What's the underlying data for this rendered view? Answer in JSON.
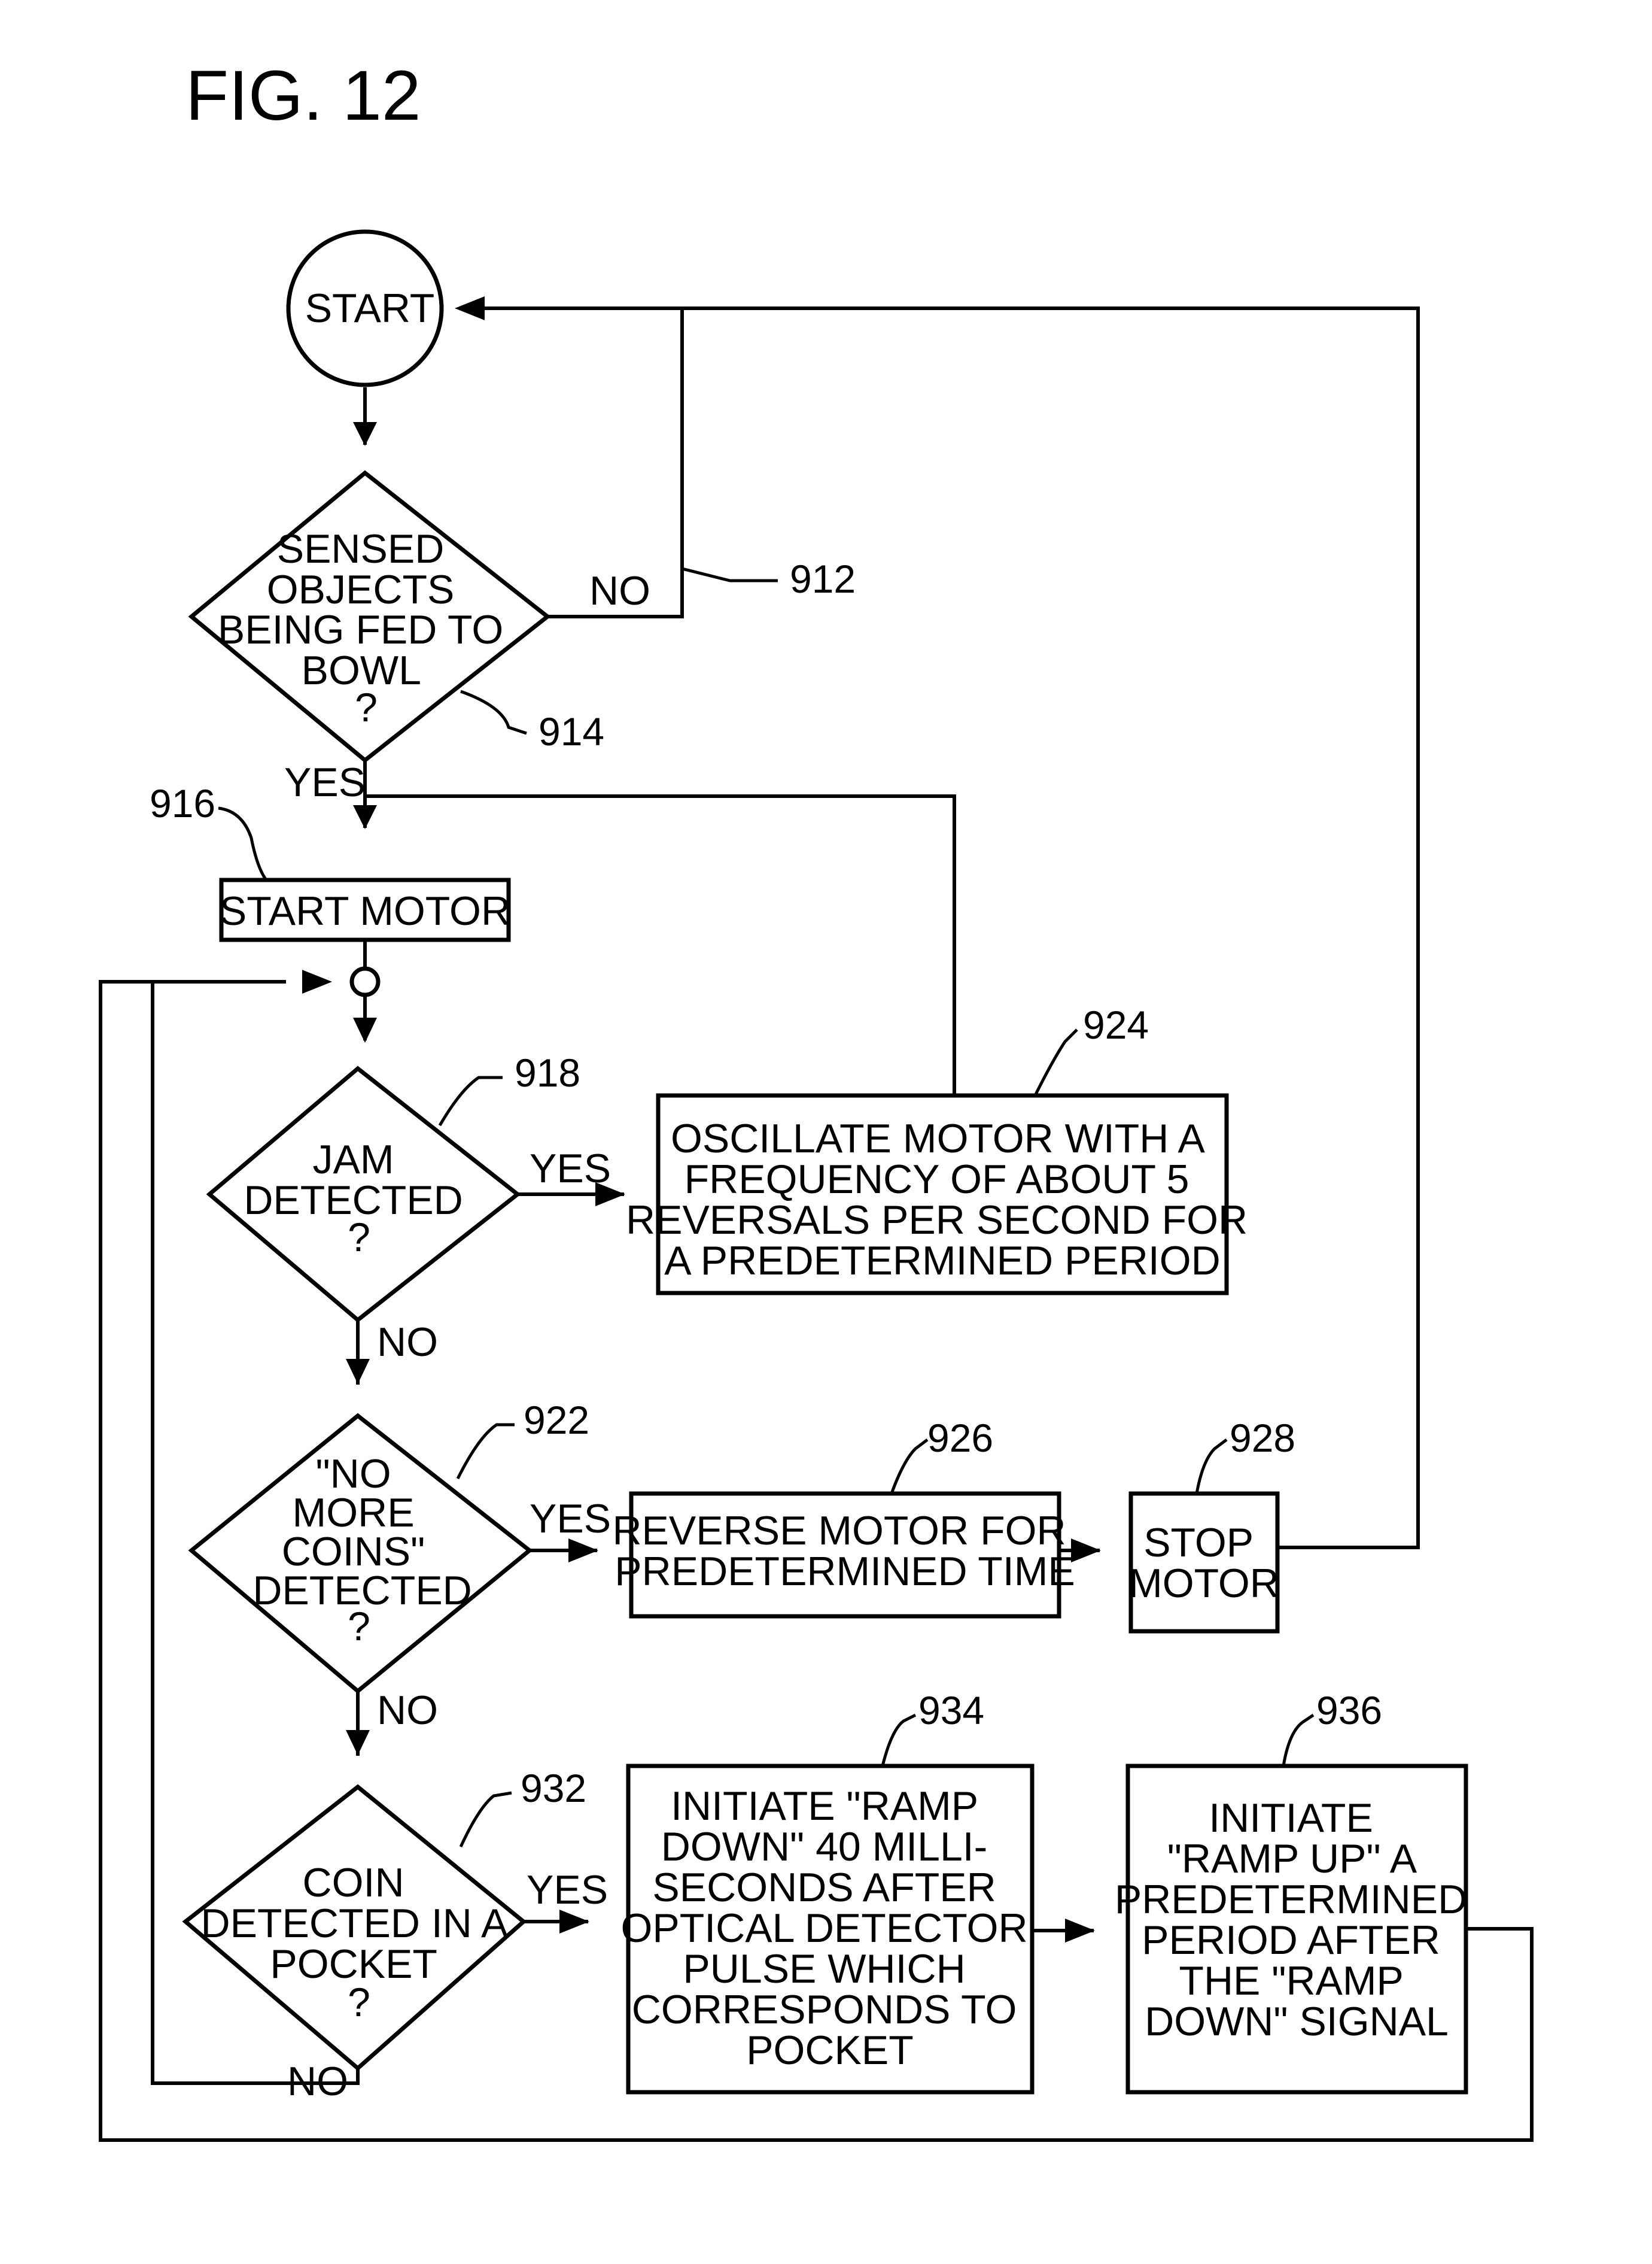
{
  "figure_label": "FIG. 12",
  "start": {
    "label": "START"
  },
  "decisions": {
    "d914": {
      "ref": "914",
      "lines": [
        "SENSED",
        "OBJECTS",
        "BEING FED TO",
        "BOWL",
        "?"
      ]
    },
    "d918": {
      "ref": "918",
      "lines": [
        "JAM",
        "DETECTED",
        "?"
      ]
    },
    "d922": {
      "ref": "922",
      "lines": [
        "\"NO",
        "MORE",
        "COINS\"",
        "DETECTED",
        "?"
      ]
    },
    "d932": {
      "ref": "932",
      "lines": [
        "COIN",
        "DETECTED IN A",
        "POCKET",
        "?"
      ]
    }
  },
  "processes": {
    "p916": {
      "ref": "916",
      "lines": [
        "START MOTOR"
      ]
    },
    "p924": {
      "ref": "924",
      "lines": [
        "OSCILLATE MOTOR WITH A",
        "FREQUENCY OF ABOUT 5",
        "REVERSALS PER SECOND FOR",
        "A PREDETERMINED PERIOD"
      ]
    },
    "p926": {
      "ref": "926",
      "lines": [
        "REVERSE MOTOR FOR",
        "PREDETERMINED TIME"
      ]
    },
    "p928": {
      "ref": "928",
      "lines": [
        "STOP",
        "MOTOR"
      ]
    },
    "p934": {
      "ref": "934",
      "lines": [
        "INITIATE \"RAMP",
        "DOWN\" 40 MILLI-",
        "SECONDS AFTER",
        "OPTICAL DETECTOR",
        "PULSE WHICH",
        "CORRESPONDS TO",
        "POCKET"
      ]
    },
    "p936": {
      "ref": "936",
      "lines": [
        "INITIATE",
        "\"RAMP UP\" A",
        "PREDETERMINED",
        "PERIOD AFTER",
        "THE \"RAMP",
        "DOWN\" SIGNAL"
      ]
    }
  },
  "branch_labels": {
    "no_914": "NO",
    "yes_914": "YES",
    "yes_918": "YES",
    "no_918": "NO",
    "yes_922": "YES",
    "no_922": "NO",
    "yes_932": "YES",
    "no_932": "NO"
  },
  "loop_ref": "912"
}
